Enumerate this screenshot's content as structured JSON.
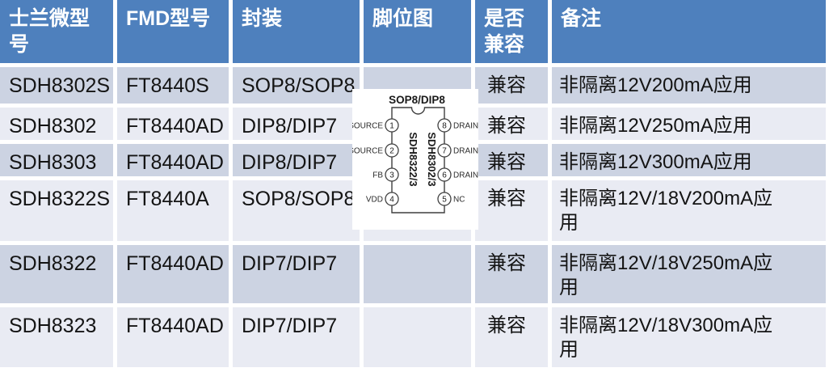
{
  "table": {
    "columns": [
      {
        "key": "silan",
        "label": "士兰微型\n号"
      },
      {
        "key": "fmd",
        "label": "FMD型号"
      },
      {
        "key": "package",
        "label": "封装"
      },
      {
        "key": "pinmap",
        "label": "脚位图"
      },
      {
        "key": "compatible",
        "label": "是否\n兼容"
      },
      {
        "key": "remark",
        "label": "备注"
      }
    ],
    "rows": [
      {
        "silan": "SDH8302S",
        "fmd": "FT8440S",
        "package": "SOP8/SOP8",
        "compatible": "兼容",
        "remark": "非隔离12V200mA应用"
      },
      {
        "silan": "SDH8302",
        "fmd": "FT8440AD",
        "package": "DIP8/DIP7",
        "compatible": "兼容",
        "remark": "非隔离12V250mA应用"
      },
      {
        "silan": "SDH8303",
        "fmd": "FT8440AD",
        "package": "DIP8/DIP7",
        "compatible": "兼容",
        "remark": "非隔离12V300mA应用"
      },
      {
        "silan": "SDH8322S",
        "fmd": "FT8440A",
        "package": "SOP8/SOP8",
        "compatible": "兼容",
        "remark": "非隔离12V/18V200mA应\n用"
      },
      {
        "silan": "SDH8322",
        "fmd": "FT8440AD",
        "package": "DIP7/DIP7",
        "compatible": "兼容",
        "remark": "非隔离12V/18V250mA应\n用"
      },
      {
        "silan": "SDH8323",
        "fmd": "FT8440AD",
        "package": "DIP7/DIP7",
        "compatible": "兼容",
        "remark": "非隔离12V/18V300mA应\n用"
      }
    ]
  },
  "pin_diagram": {
    "title": "SOP8/DIP8",
    "part_left": "SDH8322/3",
    "part_right": "SDH8302/3",
    "left_pins": [
      {
        "num": "1",
        "label": "SOURCE"
      },
      {
        "num": "2",
        "label": "SOURCE"
      },
      {
        "num": "3",
        "label": "FB"
      },
      {
        "num": "4",
        "label": "VDD"
      }
    ],
    "right_pins": [
      {
        "num": "8",
        "label": "DRAIN"
      },
      {
        "num": "7",
        "label": "DRAIN"
      },
      {
        "num": "6",
        "label": "DRAIN"
      },
      {
        "num": "5",
        "label": "NC"
      }
    ]
  },
  "colors": {
    "header_bg": "#4e80bd",
    "header_text": "#ffffff",
    "band_dark": "#ccd3e2",
    "band_light": "#e9ebf3",
    "body_text": "#141414"
  }
}
